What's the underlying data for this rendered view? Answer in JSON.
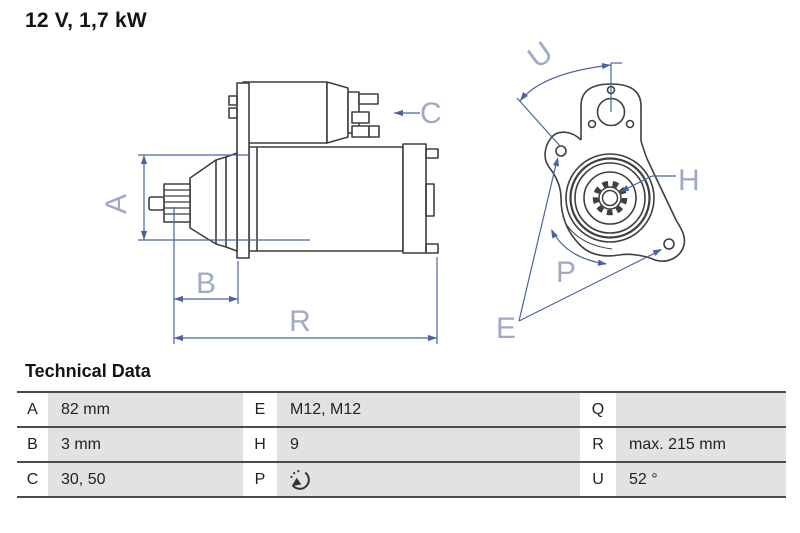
{
  "title": "12 V, 1,7 kW",
  "section": {
    "heading": "Technical Data"
  },
  "drawing": {
    "labels": {
      "a": "A",
      "b": "B",
      "c": "C",
      "r": "R",
      "u": "U",
      "h": "H",
      "p": "P",
      "e": "E"
    },
    "colors": {
      "outline": "#3f3f3f",
      "dimension_line": "#4b63a2",
      "dimension_label": "#a0a9c6"
    }
  },
  "table": {
    "line_color": "#4b4b4b",
    "cell_background": "#e2e2e2",
    "rows": [
      {
        "l1": "A",
        "v1": "82 mm",
        "l2": "E",
        "v2": "M12, M12",
        "l3": "Q",
        "v3": ""
      },
      {
        "l1": "B",
        "v1": "3 mm",
        "l2": "H",
        "v2": "9",
        "l3": "R",
        "v3": "max. 215 mm"
      },
      {
        "l1": "C",
        "v1": "30, 50",
        "l2": "P",
        "v2": "",
        "l3": "U",
        "v3": "52 °"
      }
    ],
    "p_icon": "rotation-direction-icon"
  }
}
